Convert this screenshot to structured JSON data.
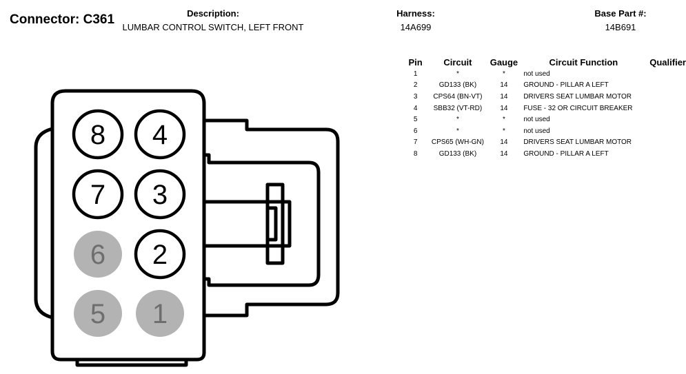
{
  "connector": {
    "label": "Connector: C361"
  },
  "description": {
    "title": "Description:",
    "value": "LUMBAR CONTROL SWITCH, LEFT FRONT"
  },
  "harness": {
    "title": "Harness:",
    "value": "14A699"
  },
  "base_part": {
    "title": "Base Part #:",
    "value": "14B691"
  },
  "table": {
    "headers": {
      "pin": "Pin",
      "circuit": "Circuit",
      "gauge": "Gauge",
      "function": "Circuit Function",
      "qualifier": "Qualifier"
    },
    "rows": [
      {
        "pin": "1",
        "circuit": "*",
        "gauge": "*",
        "function": "not used",
        "qualifier": ""
      },
      {
        "pin": "2",
        "circuit": "GD133 (BK)",
        "gauge": "14",
        "function": "GROUND - PILLAR A LEFT",
        "qualifier": ""
      },
      {
        "pin": "3",
        "circuit": "CPS64 (BN-VT)",
        "gauge": "14",
        "function": "DRIVERS SEAT LUMBAR MOTOR",
        "qualifier": ""
      },
      {
        "pin": "4",
        "circuit": "SBB32 (VT-RD)",
        "gauge": "14",
        "function": "FUSE - 32 OR CIRCUIT BREAKER",
        "qualifier": ""
      },
      {
        "pin": "5",
        "circuit": "*",
        "gauge": "*",
        "function": "not used",
        "qualifier": ""
      },
      {
        "pin": "6",
        "circuit": "*",
        "gauge": "*",
        "function": "not used",
        "qualifier": ""
      },
      {
        "pin": "7",
        "circuit": "CPS65 (WH-GN)",
        "gauge": "14",
        "function": "DRIVERS SEAT LUMBAR MOTOR",
        "qualifier": ""
      },
      {
        "pin": "8",
        "circuit": "GD133 (BK)",
        "gauge": "14",
        "function": "GROUND - PILLAR A LEFT",
        "qualifier": ""
      }
    ]
  },
  "diagram": {
    "pins": [
      {
        "number": "8",
        "used": true
      },
      {
        "number": "4",
        "used": true
      },
      {
        "number": "7",
        "used": true
      },
      {
        "number": "3",
        "used": true
      },
      {
        "number": "6",
        "used": false
      },
      {
        "number": "2",
        "used": true
      },
      {
        "number": "5",
        "used": false
      },
      {
        "number": "1",
        "used": false
      }
    ],
    "colors": {
      "outline": "#000000",
      "unused_fill": "#b3b3b3",
      "unused_text": "#6e6e6e",
      "used_fill": "#ffffff"
    }
  }
}
